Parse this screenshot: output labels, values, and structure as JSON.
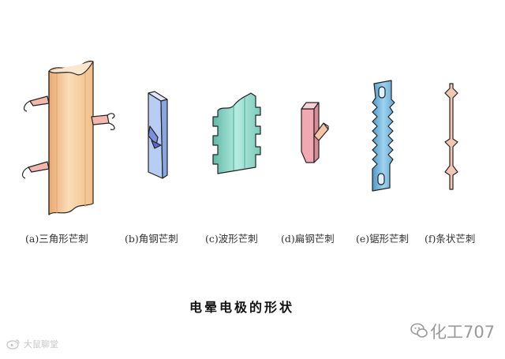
{
  "title": "电晕电极的形状",
  "captions": {
    "a": "(a)三角形芒刺",
    "b": "(b)角钢芒刺",
    "c": "(c)波形芒刺",
    "d": "(d)扁钢芒刺",
    "e": "(e)锯形芒刺",
    "f": "(f)条状芒刺"
  },
  "watermark_right": "化工707",
  "watermark_left": "大鼠聊堂",
  "icons": {
    "watermark_right": "wechat-icon",
    "watermark_left": "weibo-icon"
  },
  "colors": {
    "electrode_a": "#f7cda0",
    "electrode_b": "#9cb8ec",
    "electrode_c": "#8ed8c8",
    "electrode_d": "#f2a8b2",
    "electrode_e": "#72b4dc",
    "electrode_f": "#f4c6b4",
    "outline": "#222222"
  }
}
